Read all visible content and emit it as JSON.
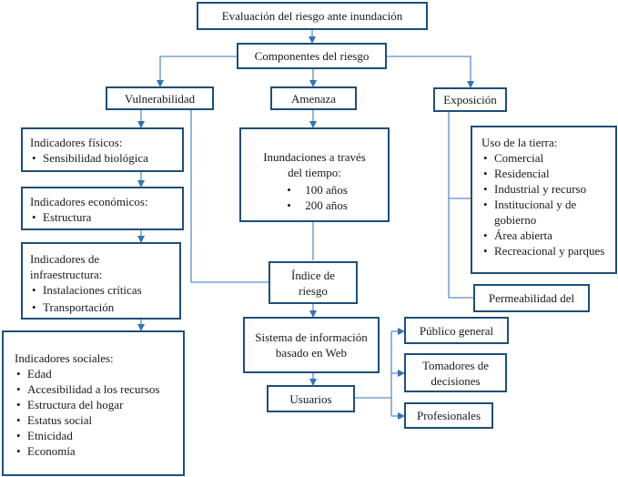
{
  "title": "Evaluación del riesgo ante inundación",
  "components": "Componentes del riesgo",
  "vulnerability": {
    "label": "Vulnerabilidad",
    "physical": {
      "heading": "Indicadores físicos:",
      "items": [
        "Sensibilidad biológica"
      ]
    },
    "economic": {
      "heading": "Indicadores económicos:",
      "items": [
        "Estructura"
      ]
    },
    "infrastructure": {
      "heading": "Indicadores de infraestructura:",
      "items": [
        "Instalaciones críticas",
        "Transportación"
      ]
    },
    "social": {
      "heading": "Indicadores sociales:",
      "items": [
        "Edad",
        "Accesibilidad a los recursos",
        "Estructura del hogar",
        "Estatus social",
        "Etnicidad",
        "Economía"
      ]
    }
  },
  "hazard": {
    "label": "Amenaza",
    "floods": {
      "heading": "Inundaciones a través del tiempo:",
      "items": [
        "100 años",
        "200 años"
      ]
    }
  },
  "exposure": {
    "label": "Exposición",
    "land_use": {
      "heading": "Uso de la tierra:",
      "items": [
        "Comercial",
        "Residencial",
        "Industrial y recurso",
        "Institucional y de gobierno",
        "Área abierta",
        "Recreacional y parques"
      ]
    },
    "permeability": "Permeabilidad del"
  },
  "risk_index": "Índice de riesgo",
  "web_system": "Sistema de información basado en Web",
  "users": {
    "label": "Usuarios",
    "groups": [
      "Público general",
      "Tomadores de decisiones",
      "Profesionales"
    ]
  },
  "colors": {
    "border": "#1f4e79",
    "connector": "#5b8fc9",
    "arrow": "#2e75b6"
  }
}
